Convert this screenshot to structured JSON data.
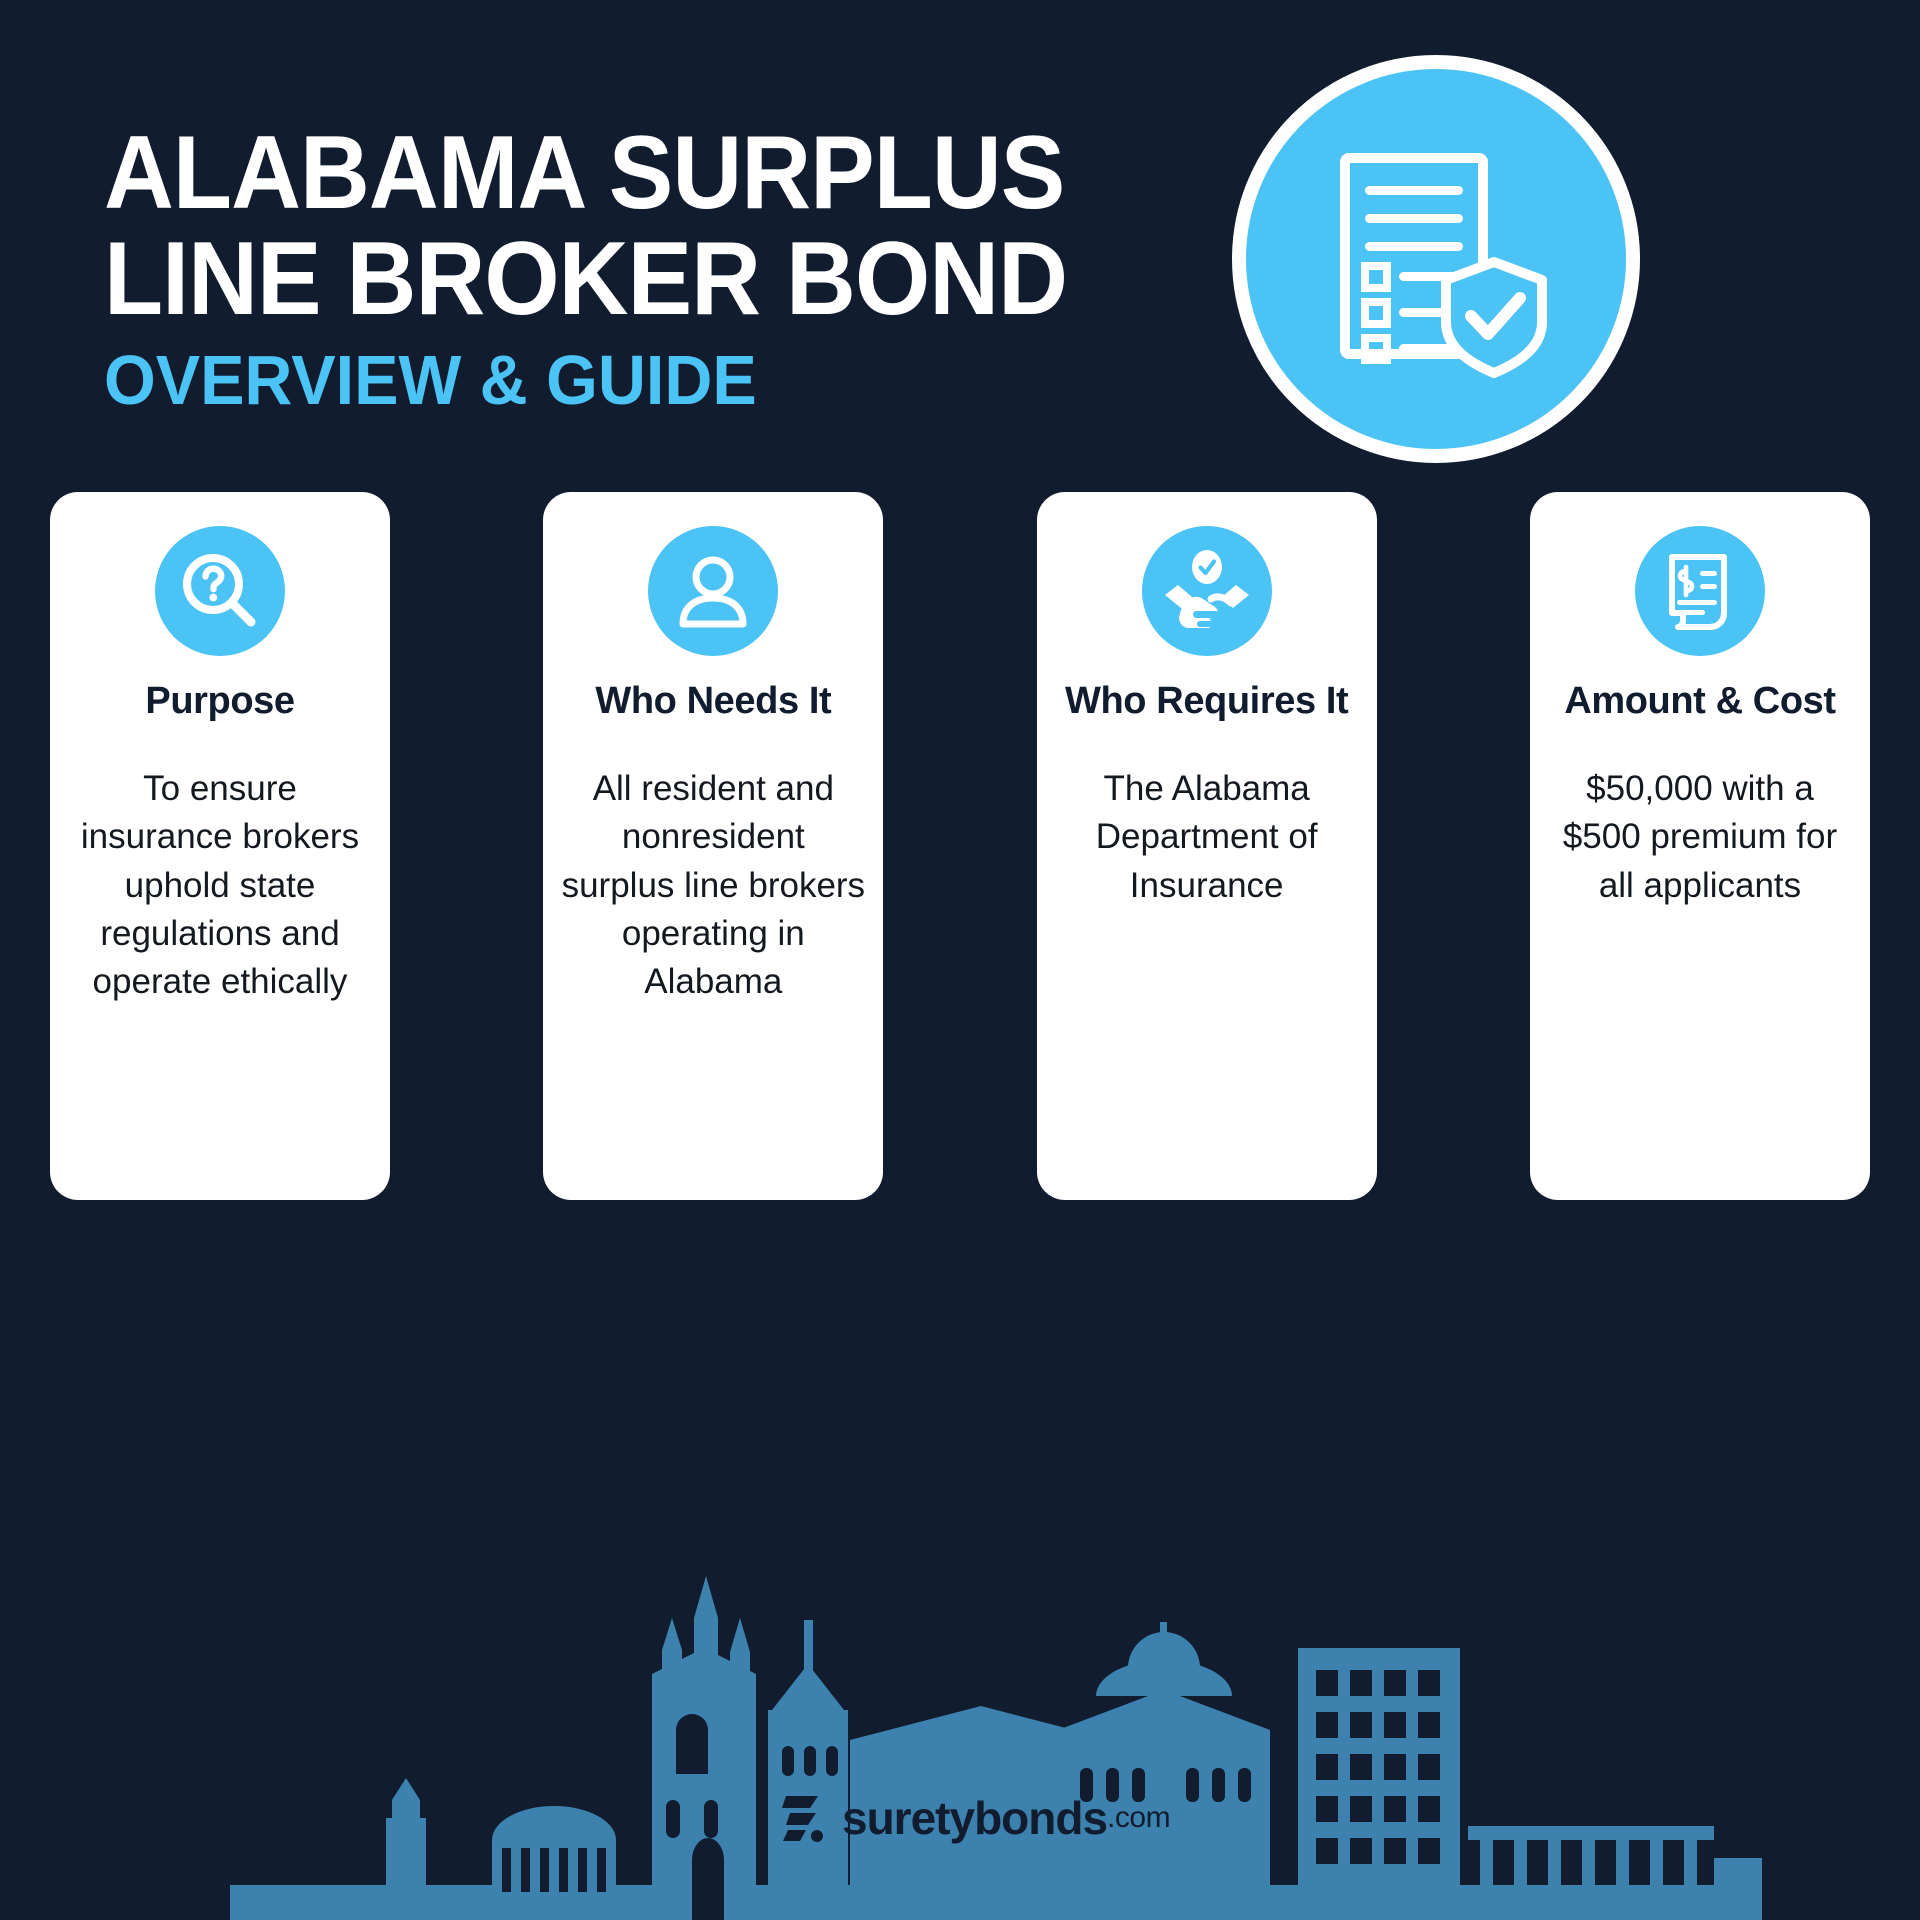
{
  "background_color": "#111c2f",
  "accent_color": "#4cc3f5",
  "card_background": "#ffffff",
  "header": {
    "title_line1": "ALABAMA SURPLUS",
    "title_line2": "LINE BROKER BOND",
    "subtitle": "OVERVIEW & GUIDE",
    "hero_icon_name": "checklist-document-shield-check-icon"
  },
  "cards": [
    {
      "icon_name": "magnifier-question-mark-icon",
      "title": "Purpose",
      "body": "To ensure insurance brokers uphold state regulations and operate ethically"
    },
    {
      "icon_name": "person-user-icon",
      "title": "Who Needs It",
      "body": "All resident and nonresident surplus line brokers operating in Alabama"
    },
    {
      "icon_name": "handshake-check-icon",
      "title": "Who Requires It",
      "body": "The Alabama Department of Insurance"
    },
    {
      "icon_name": "invoice-dollar-icon",
      "title": "Amount & Cost",
      "body": "$50,000 with a $500 premium for all applicants"
    }
  ],
  "footer": {
    "skyline_name": "alabama-city-skyline-silhouette",
    "logo_mark_name": "suretybonds-logo-mark",
    "logo_text": "suretybonds",
    "logo_tld": ".com"
  }
}
